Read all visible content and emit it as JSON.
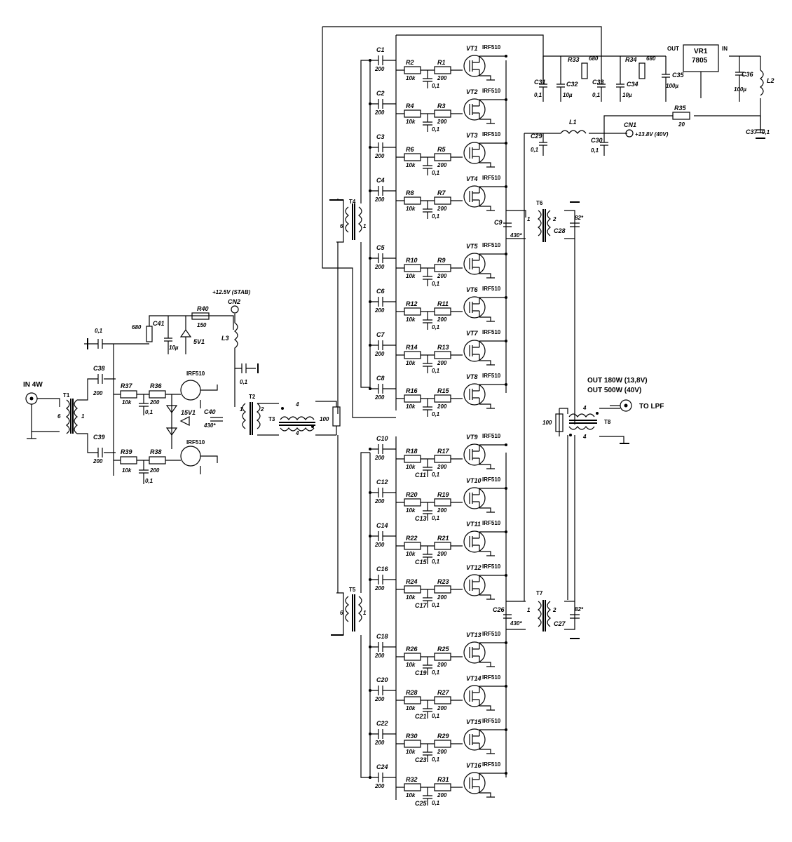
{
  "labels": {
    "input": "IN 4W",
    "to_lpf": "TO LPF",
    "out1": "OUT  180W (13,8V)",
    "out2": "OUT  500W (40V)",
    "cn1": "CN1",
    "cn1_voltage": "+13.8V (40V)",
    "cn2": "CN2",
    "cn2_voltage": "+12.5V (STAB)",
    "vr1": "VR1",
    "vr1_part": "7805",
    "vr_out": "OUT",
    "vr_in": "IN"
  },
  "stage_top": [
    {
      "c": "C1",
      "r_a": "R2",
      "r_b": "R1",
      "cb": "",
      "vt": "VT1",
      "part": "IRF510",
      "cv": "200",
      "rav": "10k",
      "rbv": "200",
      "cbv": "0,1"
    },
    {
      "c": "C2",
      "r_a": "R4",
      "r_b": "R3",
      "cb": "",
      "vt": "VT2",
      "part": "IRF510",
      "cv": "200",
      "rav": "10k",
      "rbv": "200",
      "cbv": "0,1"
    },
    {
      "c": "C3",
      "r_a": "R6",
      "r_b": "R5",
      "cb": "",
      "vt": "VT3",
      "part": "IRF510",
      "cv": "200",
      "rav": "10k",
      "rbv": "200",
      "cbv": "0,1"
    },
    {
      "c": "C4",
      "r_a": "R8",
      "r_b": "R7",
      "cb": "",
      "vt": "VT4",
      "part": "IRF510",
      "cv": "200",
      "rav": "10k",
      "rbv": "200",
      "cbv": "0,1"
    },
    {
      "c": "C5",
      "r_a": "R10",
      "r_b": "R9",
      "cb": "",
      "vt": "VT5",
      "part": "IRF510",
      "cv": "200",
      "rav": "10k",
      "rbv": "200",
      "cbv": "0,1"
    },
    {
      "c": "C6",
      "r_a": "R12",
      "r_b": "R11",
      "cb": "",
      "vt": "VT6",
      "part": "IRF510",
      "cv": "200",
      "rav": "10k",
      "rbv": "200",
      "cbv": "0,1"
    },
    {
      "c": "C7",
      "r_a": "R14",
      "r_b": "R13",
      "cb": "",
      "vt": "VT7",
      "part": "IRF510",
      "cv": "200",
      "rav": "10k",
      "rbv": "200",
      "cbv": "0,1"
    },
    {
      "c": "C8",
      "r_a": "R16",
      "r_b": "R15",
      "cb": "",
      "vt": "VT8",
      "part": "IRF510",
      "cv": "200",
      "rav": "10k",
      "rbv": "200",
      "cbv": "0,1"
    }
  ],
  "stage_bottom": [
    {
      "c": "C10",
      "r_a": "R18",
      "r_b": "R17",
      "cb": "C11",
      "vt": "VT9",
      "part": "IRF510",
      "cv": "200",
      "rav": "10k",
      "rbv": "200",
      "cbv": "0,1"
    },
    {
      "c": "C12",
      "r_a": "R20",
      "r_b": "R19",
      "cb": "C13",
      "vt": "VT10",
      "part": "IRF510",
      "cv": "200",
      "rav": "10k",
      "rbv": "200",
      "cbv": "0,1"
    },
    {
      "c": "C14",
      "r_a": "R22",
      "r_b": "R21",
      "cb": "C15",
      "vt": "VT11",
      "part": "IRF510",
      "cv": "200",
      "rav": "10k",
      "rbv": "200",
      "cbv": "0,1"
    },
    {
      "c": "C16",
      "r_a": "R24",
      "r_b": "R23",
      "cb": "C17",
      "vt": "VT12",
      "part": "IRF510",
      "cv": "200",
      "rav": "10k",
      "rbv": "200",
      "cbv": "0,1"
    },
    {
      "c": "C18",
      "r_a": "R26",
      "r_b": "R25",
      "cb": "C19",
      "vt": "VT13",
      "part": "IRF510",
      "cv": "200",
      "rav": "10k",
      "rbv": "200",
      "cbv": "0,1"
    },
    {
      "c": "C20",
      "r_a": "R28",
      "r_b": "R27",
      "cb": "C21",
      "vt": "VT14",
      "part": "IRF510",
      "cv": "200",
      "rav": "10k",
      "rbv": "200",
      "cbv": "0,1"
    },
    {
      "c": "C22",
      "r_a": "R30",
      "r_b": "R29",
      "cb": "C23",
      "vt": "VT15",
      "part": "IRF510",
      "cv": "200",
      "rav": "10k",
      "rbv": "200",
      "cbv": "0,1"
    },
    {
      "c": "C24",
      "r_a": "R32",
      "r_b": "R31",
      "cb": "C25",
      "vt": "VT16",
      "part": "IRF510",
      "cv": "200",
      "rav": "10k",
      "rbv": "200",
      "cbv": "0,1"
    }
  ],
  "driver": {
    "c38": "C38",
    "c38v": "200",
    "c39": "C39",
    "c39v": "200",
    "r37": "R37",
    "r37v": "10k",
    "r36": "R36",
    "r36v": "200",
    "r39": "R39",
    "r39v": "10k",
    "r38": "R38",
    "r38v": "200",
    "cap_mid_top": "0,1",
    "cap_mid_bot": "0,1",
    "q_top": "IRF510",
    "q_bot": "IRF510",
    "zener": "15V1",
    "c40": "C40",
    "c40v": "430*",
    "in_cap": "0,1",
    "r_bias": "680",
    "c41": "C41",
    "c41v": "10µ",
    "r40": "R40",
    "r40v": "150",
    "z2": "5V1",
    "l3": "L3",
    "l3_cap": "0,1"
  },
  "transformers": {
    "t1": "T1",
    "t1_ratio_a": "6",
    "t1_ratio_b": "1",
    "t2": "T2",
    "t2_a": "1",
    "t2_b": "2",
    "t3": "T3",
    "t3_a": "4",
    "t3_b": "4",
    "r_100": "100",
    "t4": "T4",
    "t4_a": "6",
    "t4_b": "1",
    "t5": "T5",
    "t5_a": "6",
    "t5_b": "1",
    "t6": "T6",
    "t6_a": "1",
    "t6_b": "2",
    "t7": "T7",
    "t7_a": "1",
    "t7_b": "2",
    "t8": "T8",
    "t8_a": "4",
    "t8_b": "4",
    "r_out": "100",
    "c9": "C9",
    "c9v": "430*",
    "c28": "C28",
    "c28v": "82*",
    "c26": "C26",
    "c26v": "430*",
    "c27": "C27",
    "c27v": "82*"
  },
  "supply": {
    "c31": "C31",
    "c31v": "0,1",
    "c32": "C32",
    "c32v": "10µ",
    "r33": "R33",
    "r33v": "680",
    "c33": "C33",
    "c33v": "0,1",
    "c34": "C34",
    "c34v": "10µ",
    "r34": "R34",
    "r34v": "680",
    "c35": "C35",
    "c35v": "100µ",
    "c36": "C36",
    "c36v": "100µ",
    "l2": "L2",
    "r35": "R35",
    "r35v": "20",
    "c37": "C37",
    "c37v": "0,1",
    "c29": "C29",
    "c29v": "0,1",
    "l1": "L1",
    "c30": "C30",
    "c30v": "0,1"
  }
}
